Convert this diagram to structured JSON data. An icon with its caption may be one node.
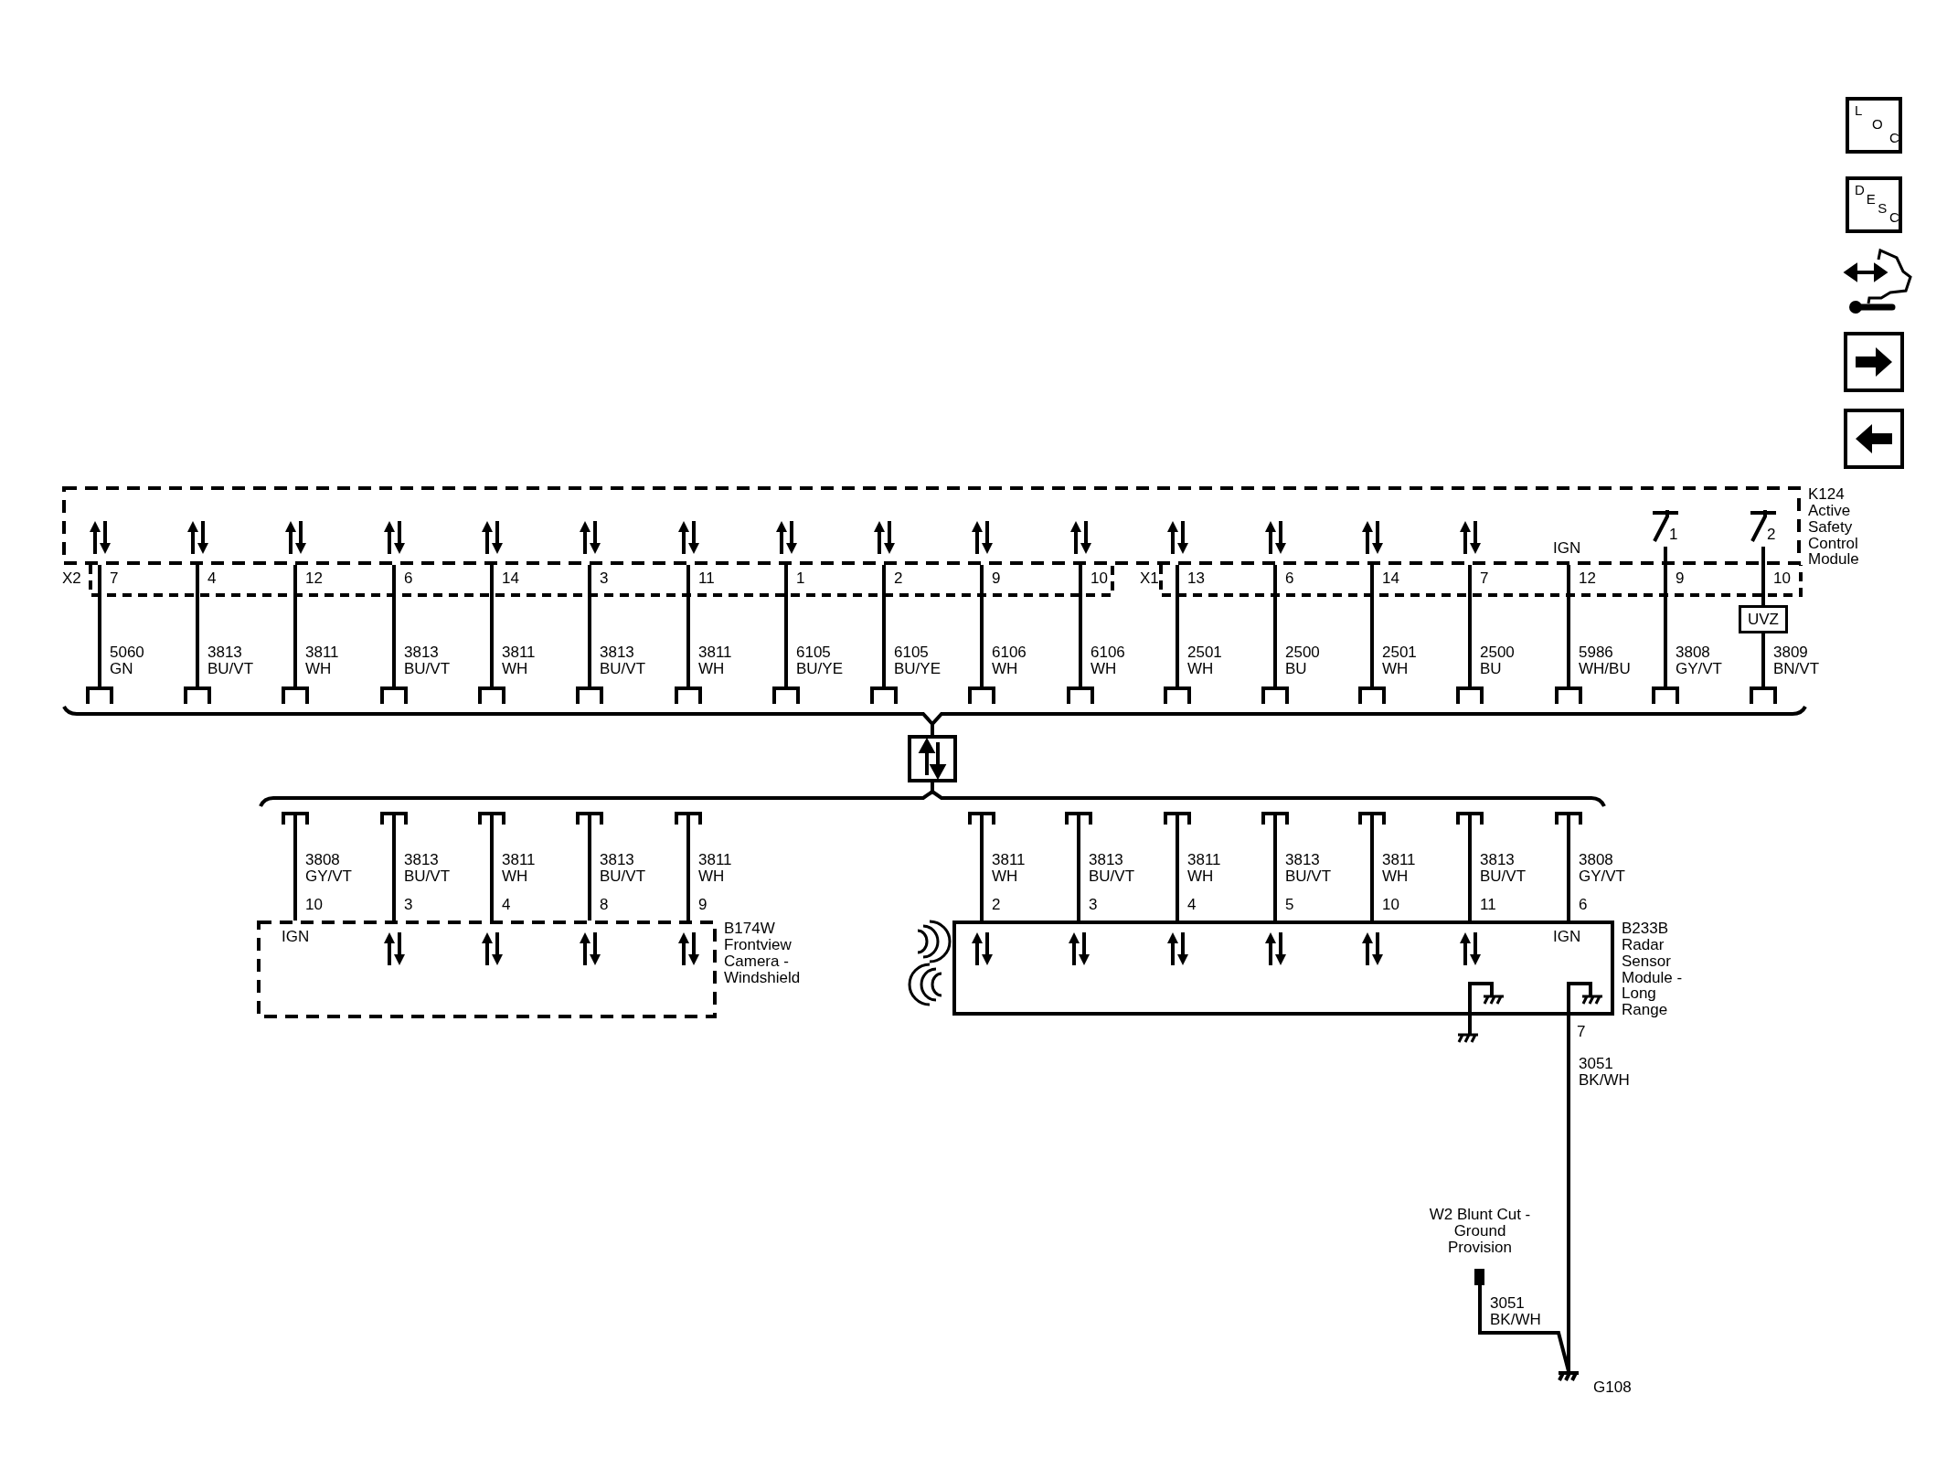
{
  "diagram": {
    "nodes": [
      {
        "text": [
          "K124 Active Safety Control Module"
        ]
      },
      {
        "text": [
          "UVZ"
        ]
      },
      {
        "text": [],
        "shape": "bar"
      },
      {
        "text": [],
        "shape": "box"
      },
      {
        "text": [],
        "shape": "bar"
      },
      {
        "text": [
          "B174W Frontview Camera - Windshield"
        ]
      },
      {
        "text": [
          "B233B Radar Sensor Module - Long Range"
        ]
      },
      {
        "text": [
          "W2 Blunt Cut - Ground Provision"
        ]
      },
      {
        "text": [
          "G108"
        ]
      }
    ],
    "edges": [
      {
        "from": 0,
        "to": 2,
        "arrow": "none",
        "label": "5060 GN"
      },
      {
        "from": 0,
        "to": 2,
        "arrow": "none",
        "label": "3813 BU/VT"
      },
      {
        "from": 0,
        "to": 2,
        "arrow": "none",
        "label": "3811 WH"
      },
      {
        "from": 0,
        "to": 2,
        "arrow": "none",
        "label": "3813 BU/VT"
      },
      {
        "from": 0,
        "to": 2,
        "arrow": "none",
        "label": "3811 WH"
      },
      {
        "from": 0,
        "to": 2,
        "arrow": "none",
        "label": "3813 BU/VT"
      },
      {
        "from": 0,
        "to": 2,
        "arrow": "none",
        "label": "3811 WH"
      },
      {
        "from": 0,
        "to": 2,
        "arrow": "none",
        "label": "6105 BU/YE"
      },
      {
        "from": 0,
        "to": 2,
        "arrow": "none",
        "label": "6105 BU/YE"
      },
      {
        "from": 0,
        "to": 2,
        "arrow": "none",
        "label": "6106 WH"
      },
      {
        "from": 0,
        "to": 2,
        "arrow": "none",
        "label": "6106 WH"
      },
      {
        "from": 0,
        "to": 2,
        "arrow": "none",
        "label": "2501 WH"
      },
      {
        "from": 0,
        "to": 2,
        "arrow": "none",
        "label": "2500 BU"
      },
      {
        "from": 0,
        "to": 2,
        "arrow": "none",
        "label": "2501 WH"
      },
      {
        "from": 0,
        "to": 2,
        "arrow": "none",
        "label": "2500 BU"
      },
      {
        "from": 0,
        "to": 2,
        "arrow": "none",
        "label": "5986 WH/BU"
      },
      {
        "from": 0,
        "to": 2,
        "arrow": "none",
        "label": "3808 GY/VT"
      },
      {
        "from": 0,
        "to": 1,
        "arrow": "none"
      },
      {
        "from": 1,
        "to": 2,
        "arrow": "none",
        "label": "3809 BN/VT"
      },
      {
        "from": 2,
        "to": 3,
        "arrow": "none"
      },
      {
        "from": 3,
        "to": 4,
        "arrow": "none"
      },
      {
        "from": 4,
        "to": 5,
        "arrow": "none",
        "label": "3808 GY/VT"
      },
      {
        "from": 4,
        "to": 5,
        "arrow": "none",
        "label": "3813 BU/VT"
      },
      {
        "from": 4,
        "to": 5,
        "arrow": "none",
        "label": "3811 WH"
      },
      {
        "from": 4,
        "to": 5,
        "arrow": "none",
        "label": "3813 BU/VT"
      },
      {
        "from": 4,
        "to": 5,
        "arrow": "none",
        "label": "3811 WH"
      },
      {
        "from": 4,
        "to": 6,
        "arrow": "none",
        "label": "3811 WH"
      },
      {
        "from": 4,
        "to": 6,
        "arrow": "none",
        "label": "3813 BU/VT"
      },
      {
        "from": 4,
        "to": 6,
        "arrow": "none",
        "label": "3811 WH"
      },
      {
        "from": 4,
        "to": 6,
        "arrow": "none",
        "label": "3813 BU/VT"
      },
      {
        "from": 4,
        "to": 6,
        "arrow": "none",
        "label": "3811 WH"
      },
      {
        "from": 4,
        "to": 6,
        "arrow": "none",
        "label": "3813 BU/VT"
      },
      {
        "from": 4,
        "to": 6,
        "arrow": "none",
        "label": "3808 GY/VT"
      },
      {
        "from": 6,
        "to": 8,
        "arrow": "none",
        "label": "3051 BK/WH"
      },
      {
        "from": 7,
        "to": 8,
        "arrow": "none",
        "label": "3051 BK/WH"
      }
    ],
    "labels": [
      "LOC",
      "DESC",
      "1",
      "2",
      "IGN",
      "X2",
      "7",
      "4",
      "12",
      "6",
      "14",
      "3",
      "11",
      "1",
      "2",
      "9",
      "10",
      "X1",
      "13",
      "6",
      "14",
      "7",
      "12",
      "9",
      "10",
      "10",
      "3",
      "4",
      "8",
      "9",
      "2",
      "3",
      "4",
      "5",
      "10",
      "11",
      "6",
      "IGN",
      "IGN",
      "7"
    ]
  }
}
